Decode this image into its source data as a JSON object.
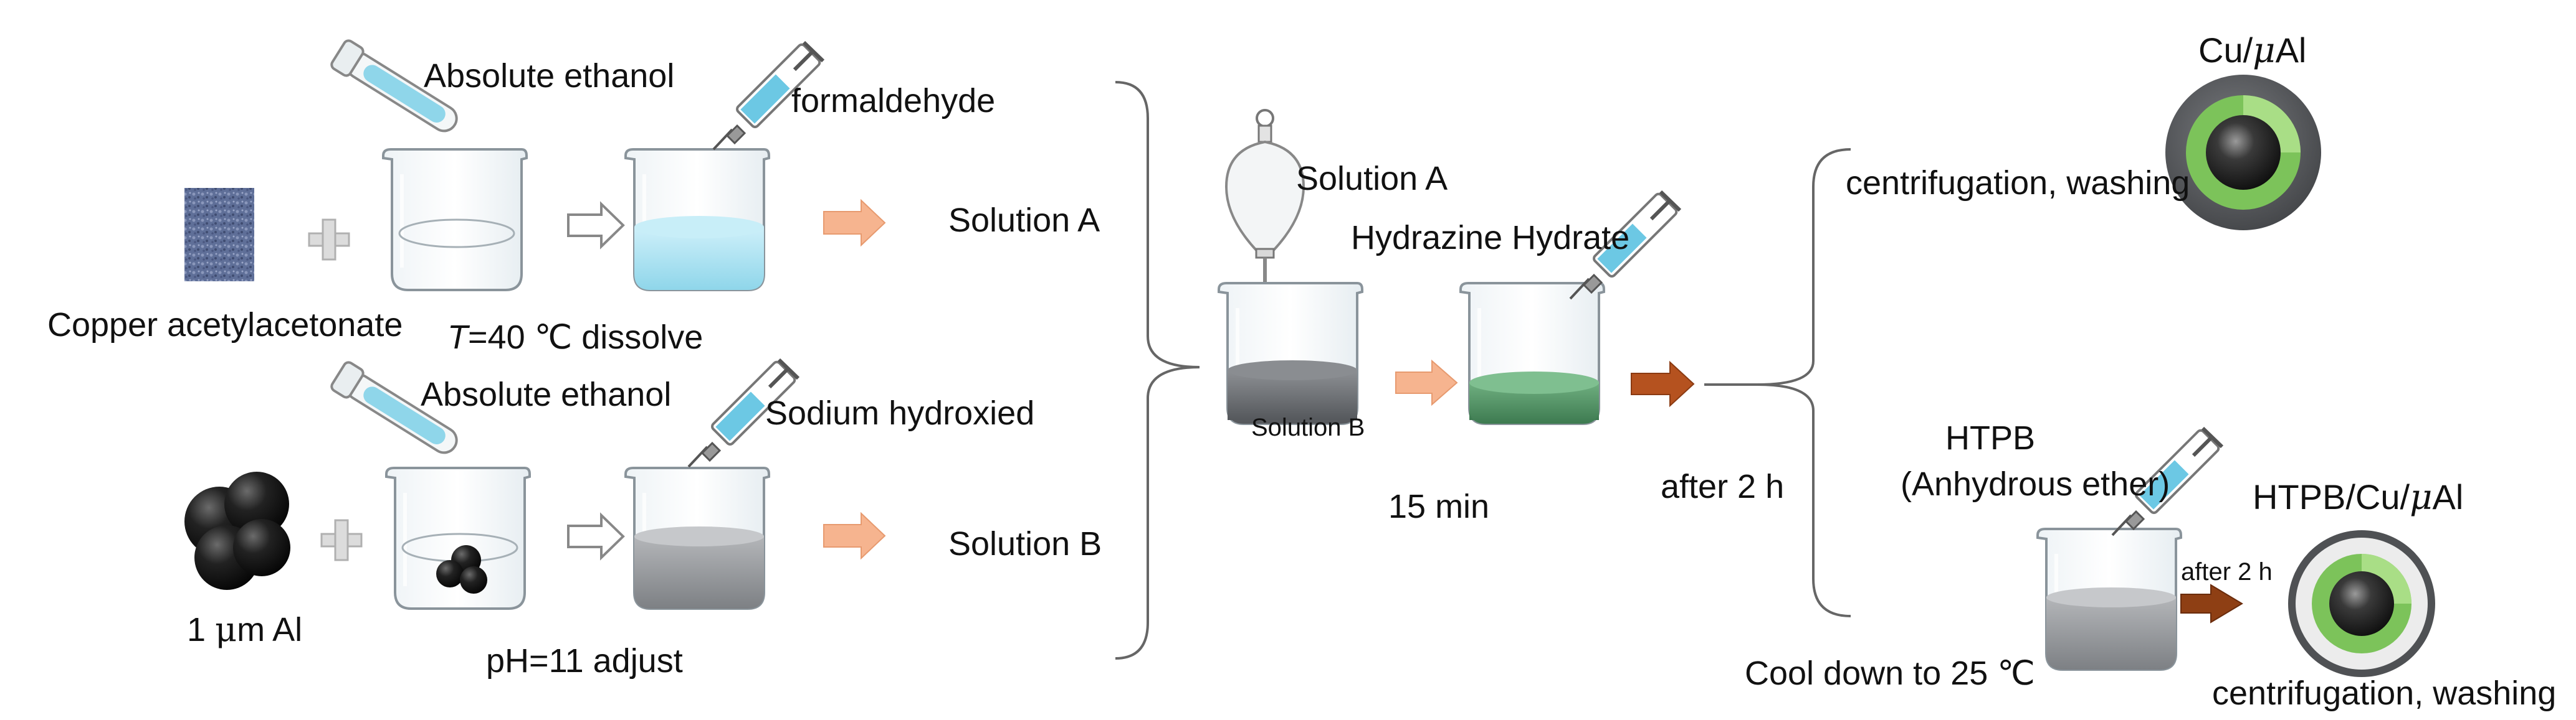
{
  "labels": {
    "absolute_ethanol_top": "Absolute ethanol",
    "formaldehyde": "formaldehyde",
    "solution_a_top": "Solution A",
    "copper_acetylacetonate": "Copper acetylacetonate",
    "t_italic": "T",
    "temp_dissolve": "=40 ℃ dissolve",
    "absolute_ethanol_bottom": "Absolute ethanol",
    "sodium_hydroxied": "Sodium hydroxied",
    "solution_b_bottom": "Solution B",
    "al_prefix": "1 ",
    "al_mu": "μ",
    "al_suffix": "m Al",
    "ph_adjust": "pH=11 adjust",
    "solution_a_funnel": "Solution A",
    "hydrazine_hydrate": "Hydrazine Hydrate",
    "solution_b_in_beaker": "Solution B",
    "fifteen_min": "15 min",
    "after_2h": "after 2 h",
    "centrifugation_washing_top": "centrifugation, washing",
    "cu_prefix": "Cu/",
    "cu_mu": "μ",
    "cu_suffix": "Al",
    "htpb": "HTPB",
    "anhydrous_ether": "(Anhydrous ether)",
    "htpb_cu_prefix": "HTPB/Cu/",
    "htpb_cu_mu": "μ",
    "htpb_cu_suffix": "Al",
    "after_2h_small": "after 2 h",
    "cool_down": "Cool down to 25 ℃",
    "centrifugation_washing_bottom": "centrifugation, washing"
  },
  "colors": {
    "liquid_blue": "#aee3f2",
    "liquid_grey": "#9c9fa3",
    "liquid_dark_grey": "#6f7276",
    "liquid_green": "#4e8f63",
    "arrow_light": "#f6b48f",
    "arrow_dark": "#b5521f",
    "shell_grey": "#5b5d60",
    "shell_green": "#7cc35a",
    "core": "#2a2a2a"
  },
  "icons": [
    "powder-swatch-icon",
    "plus-icon",
    "test-tube-icon",
    "beaker-icon",
    "syringe-icon",
    "outline-arrow-icon",
    "orange-arrow-icon",
    "al-particles-icon",
    "curly-brace-icon",
    "separatory-funnel-icon",
    "brown-arrow-icon",
    "core-shell-sphere-icon"
  ]
}
